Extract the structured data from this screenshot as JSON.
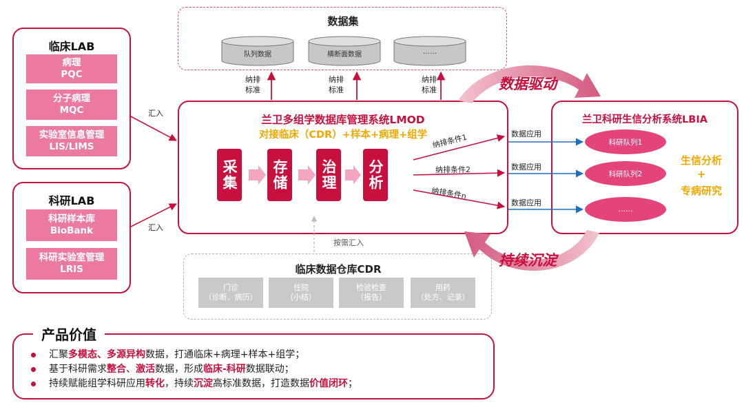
{
  "clinical_lab": {
    "title": "临床LAB",
    "items": [
      "病理\nPQC",
      "分子病理\nMQC",
      "实验室信息管理\nLIS/LIMS"
    ]
  },
  "research_lab": {
    "title": "科研LAB",
    "items": [
      "科研样本库\nBioBank",
      "科研实验室管理\nLRIS"
    ]
  },
  "flow_labels": {
    "import_1": "汇入",
    "import_2": "汇入",
    "on_demand": "按需汇入"
  },
  "dataset": {
    "title": "数据集",
    "cylinders": [
      "队列数据",
      "横断面数据",
      "……"
    ],
    "standard_labels": [
      "纳排\n标准",
      "纳排\n标准",
      "纳排\n标准"
    ]
  },
  "lmod": {
    "title": "兰卫多组学数据库管理系统LMOD",
    "subtitle": "对接临床（CDR）+样本+病理+组学",
    "steps": [
      "采集",
      "存储",
      "治理",
      "分析"
    ],
    "conditions": [
      "纳排条件1",
      "纳排条件2",
      "纳排条件n"
    ],
    "data_apps": [
      "数据应用",
      "数据应用",
      "数据应用"
    ]
  },
  "lbia": {
    "title": "兰卫科研生信分析系统LBIA",
    "cohorts": [
      "科研队列1",
      "科研队列2",
      "……"
    ],
    "side_text": [
      "生信分析",
      "+",
      "专病研究"
    ]
  },
  "cycle": {
    "top": "数据驱动",
    "bottom": "持续沉淀"
  },
  "cdr": {
    "title": "临床数据仓库CDR",
    "items": [
      "门诊\n（诊断、病历）",
      "住院\n（小结）",
      "检验检查\n（报告）",
      "用药\n（处方、记录）"
    ]
  },
  "value": {
    "title": "产品价值",
    "bullets": [
      [
        {
          "t": "汇聚"
        },
        {
          "t": "多模态",
          "b": true
        },
        {
          "t": "、",
          "b": true
        },
        {
          "t": "多源异构",
          "b": true
        },
        {
          "t": "数据，打通临床+病理+样本+组学；"
        }
      ],
      [
        {
          "t": "基于科研需求"
        },
        {
          "t": "整合",
          "b": true
        },
        {
          "t": "、"
        },
        {
          "t": "激活",
          "b": true
        },
        {
          "t": "数据，形成"
        },
        {
          "t": "临床-科研",
          "b": true
        },
        {
          "t": "数据联动；"
        }
      ],
      [
        {
          "t": "持续赋能组学科研应用"
        },
        {
          "t": "转化",
          "b": true
        },
        {
          "t": "，持续"
        },
        {
          "t": "沉淀",
          "b": true
        },
        {
          "t": "高标准数据，打造数据"
        },
        {
          "t": "价值闭环",
          "b": true
        },
        {
          "t": "；"
        }
      ]
    ]
  },
  "colors": {
    "accent": "#c8103e",
    "pink": "#ec7aa0",
    "oval": "#e5437c",
    "arrow_blue": "#1f6fbf",
    "gold": "#f0a800",
    "gray": "#c9c9c9"
  }
}
